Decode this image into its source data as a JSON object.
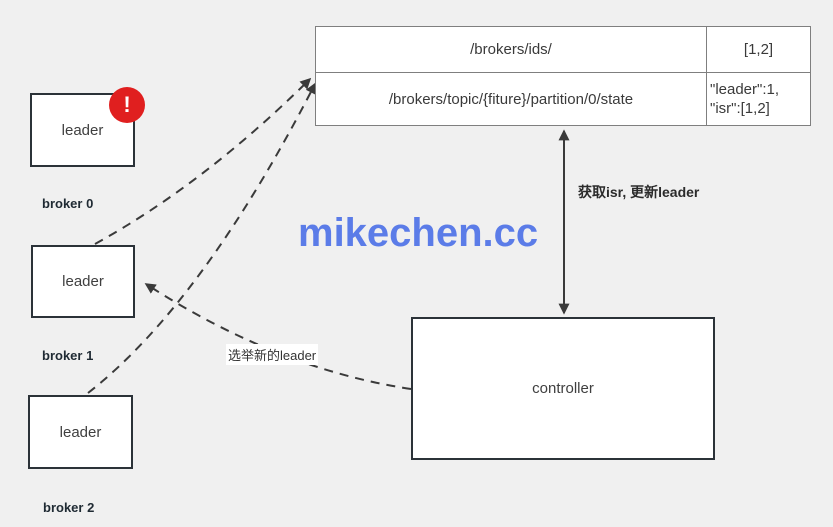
{
  "watermark": "mikechen.cc",
  "zk_table": {
    "rows": [
      {
        "path": "/brokers/ids/",
        "value": "[1,2]"
      },
      {
        "path": "/brokers/topic/{fiture}/partition/0/state",
        "value": "\"leader\":1,\n\"isr\":[1,2]"
      }
    ]
  },
  "brokers": [
    {
      "box_label": "leader",
      "name": "broker 0"
    },
    {
      "box_label": "leader",
      "name": "broker 1"
    },
    {
      "box_label": "leader",
      "name": "broker 2"
    }
  ],
  "controller": {
    "label": "controller"
  },
  "alert": {
    "glyph": "!"
  },
  "annotations": {
    "fetch_isr": "获取isr, 更新leader",
    "elect_leader": "选举新的leader"
  },
  "colors": {
    "background": "#f0f0f0",
    "box_border": "#2b3238",
    "table_border": "#7f7f7f",
    "alert_red": "#e01f1f",
    "watermark_blue": "#5b7ce8",
    "arrow": "#3a3a3a"
  }
}
